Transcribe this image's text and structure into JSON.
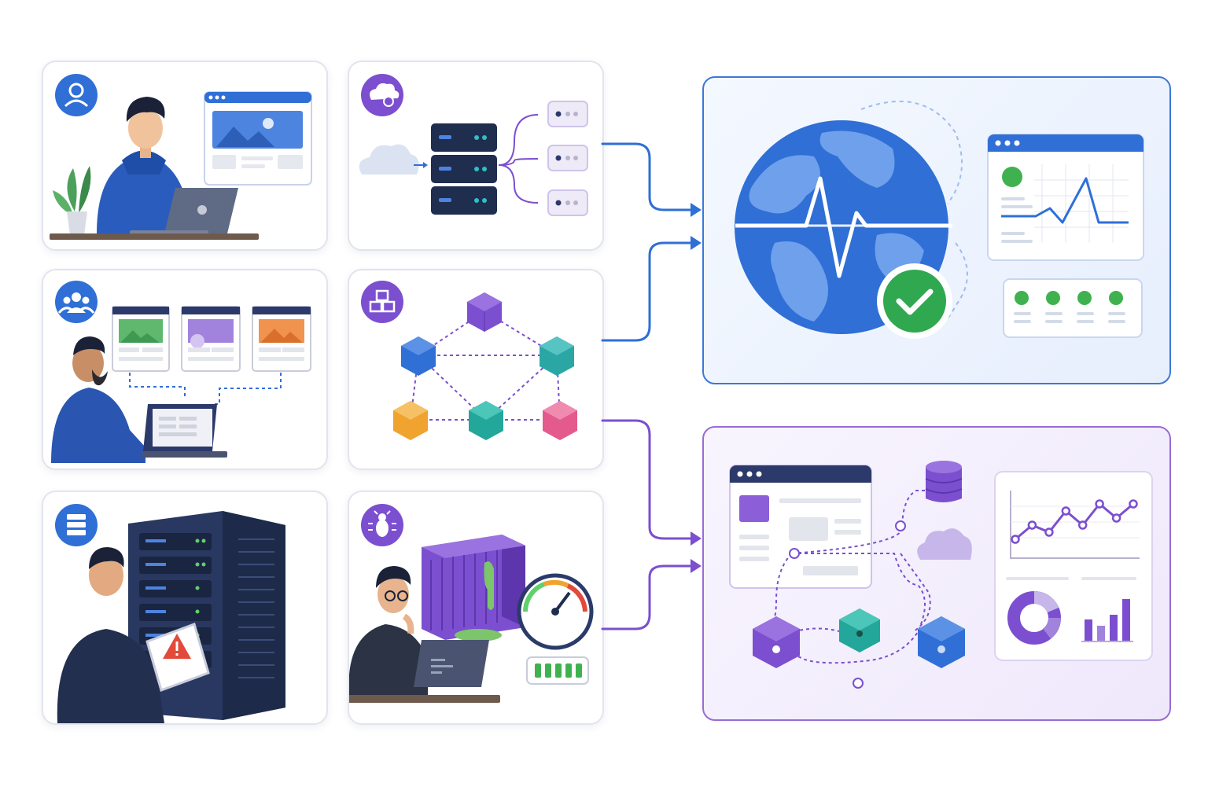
{
  "colors": {
    "primary_blue": "#2f6fd6",
    "accent_purple": "#7b4fcf",
    "success_green": "#2fa84f",
    "warning_red": "#e24a3b",
    "navy": "#1f2d4f"
  },
  "icons": {
    "developer": "user-icon",
    "cloud_gateway": "cloud-gear-icon",
    "team": "team-icon",
    "microservices": "cubes-icon",
    "datacenter": "server-stack-icon",
    "debugging": "bug-icon",
    "health": "check-circle-icon"
  },
  "outputs": {
    "monitoring_status_dots": 4,
    "analytics_line_points": [
      2,
      4,
      3,
      6,
      4,
      7,
      5,
      7
    ]
  }
}
